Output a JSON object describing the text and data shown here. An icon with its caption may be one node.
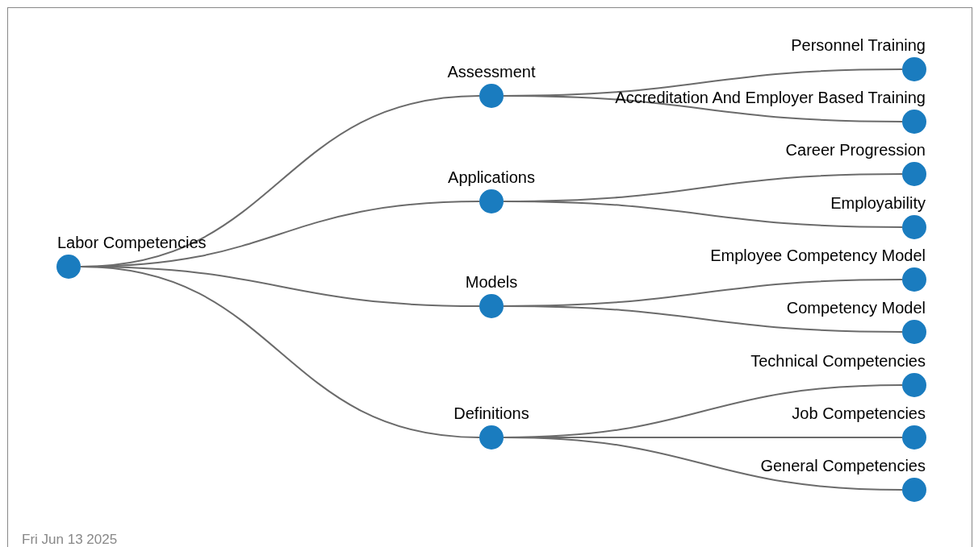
{
  "diagram": {
    "nodes": [
      {
        "text": [],
        "shape": "circle",
        "beside": [
          "Labor Competencies"
        ]
      },
      {
        "text": [],
        "shape": "circle",
        "beside": [
          "Assessment"
        ]
      },
      {
        "text": [],
        "shape": "circle",
        "beside": [
          "Applications"
        ]
      },
      {
        "text": [],
        "shape": "circle",
        "beside": [
          "Models"
        ]
      },
      {
        "text": [],
        "shape": "circle",
        "beside": [
          "Definitions"
        ]
      },
      {
        "text": [],
        "shape": "circle",
        "beside": [
          "Personnel Training"
        ]
      },
      {
        "text": [],
        "shape": "circle",
        "beside": [
          "Accreditation And Employer Based Training"
        ]
      },
      {
        "text": [],
        "shape": "circle",
        "beside": [
          "Career Progression"
        ]
      },
      {
        "text": [],
        "shape": "circle",
        "beside": [
          "Employability"
        ]
      },
      {
        "text": [],
        "shape": "circle",
        "beside": [
          "Employee Competency Model"
        ]
      },
      {
        "text": [],
        "shape": "circle",
        "beside": [
          "Competency Model"
        ]
      },
      {
        "text": [],
        "shape": "circle",
        "beside": [
          "Technical Competencies"
        ]
      },
      {
        "text": [],
        "shape": "circle",
        "beside": [
          "Job Competencies"
        ]
      },
      {
        "text": [],
        "shape": "circle",
        "beside": [
          "General Competencies"
        ]
      }
    ],
    "edges": [
      {
        "from": 0,
        "to": 1,
        "arrow": "none"
      },
      {
        "from": 0,
        "to": 2,
        "arrow": "none"
      },
      {
        "from": 0,
        "to": 3,
        "arrow": "none"
      },
      {
        "from": 0,
        "to": 4,
        "arrow": "none"
      },
      {
        "from": 1,
        "to": 5,
        "arrow": "none"
      },
      {
        "from": 1,
        "to": 6,
        "arrow": "none"
      },
      {
        "from": 2,
        "to": 7,
        "arrow": "none"
      },
      {
        "from": 2,
        "to": 8,
        "arrow": "none"
      },
      {
        "from": 3,
        "to": 9,
        "arrow": "none"
      },
      {
        "from": 3,
        "to": 10,
        "arrow": "none"
      },
      {
        "from": 4,
        "to": 11,
        "arrow": "none"
      },
      {
        "from": 4,
        "to": 12,
        "arrow": "none"
      },
      {
        "from": 4,
        "to": 13,
        "arrow": "none"
      }
    ],
    "labels": [
      "Fri Jun 13 2025"
    ]
  }
}
